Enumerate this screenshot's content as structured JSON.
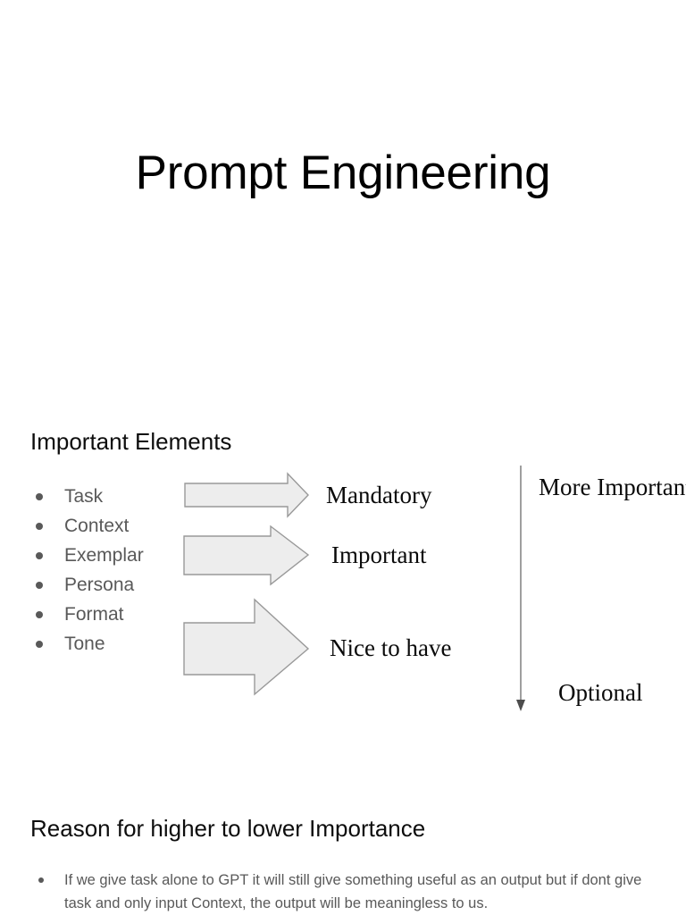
{
  "slide": {
    "title": "Prompt Engineering",
    "background_color": "#ffffff"
  },
  "sections": {
    "important_elements": {
      "heading": "Important Elements",
      "items": [
        {
          "label": "Task"
        },
        {
          "label": "Context"
        },
        {
          "label": "Exemplar"
        },
        {
          "label": "Persona"
        },
        {
          "label": "Format"
        },
        {
          "label": "Tone"
        }
      ],
      "text_color": "#595959"
    },
    "reason": {
      "heading": "Reason for higher to lower Importance",
      "items": [
        {
          "label": "If we give task alone to GPT it will still give something useful as an output but if dont give task and only input Context, the output will be meaningless to us."
        }
      ],
      "text_color": "#595959"
    }
  },
  "arrows": {
    "fill_color": "#ededed",
    "stroke_color": "#999999",
    "items": [
      {
        "label": "Mandatory",
        "size": "small"
      },
      {
        "label": "Important",
        "size": "medium"
      },
      {
        "label": "Nice to have",
        "size": "large"
      }
    ]
  },
  "importance_axis": {
    "direction": "down",
    "top_label": "More Important",
    "bottom_label": "Optional",
    "line_color": "#595959"
  }
}
